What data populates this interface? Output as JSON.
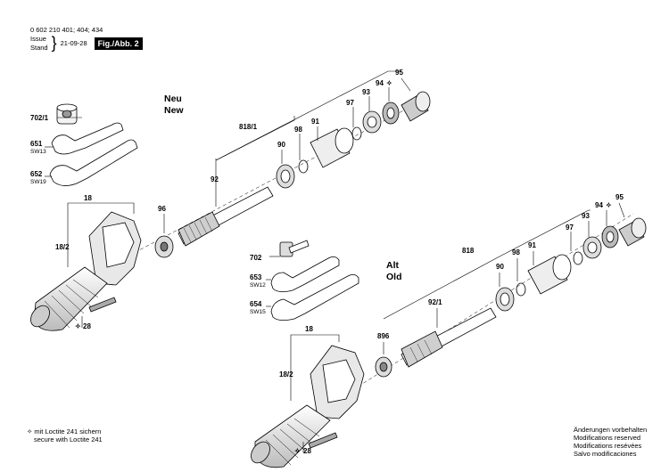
{
  "header": {
    "code": "0 602 210 401; 404; 434",
    "issue_label": "Issue",
    "stand_label": "Stand",
    "date": "21-09-28",
    "figure": "Fig./Abb. 2"
  },
  "sections": {
    "new_de": "Neu",
    "new_en": "New",
    "old_de": "Alt",
    "old_en": "Old"
  },
  "top_labels": {
    "p702_1": "702/1",
    "p651": "651",
    "sw13": "SW13",
    "p652": "652",
    "sw19": "SW19",
    "p18": "18",
    "p18_2": "18/2",
    "p96": "96",
    "p92": "92",
    "p818_1": "818/1",
    "p90": "90",
    "p98": "98",
    "p91": "91",
    "p97": "97",
    "p93": "93",
    "p94": "94",
    "p95": "95",
    "p28": "28"
  },
  "bottom_labels": {
    "p702": "702",
    "p653": "653",
    "sw12": "SW12",
    "p654": "654",
    "sw15": "SW15",
    "p18": "18",
    "p18_2": "18/2",
    "p896": "896",
    "p92_1": "92/1",
    "p818": "818",
    "p90": "90",
    "p98": "98",
    "p91": "91",
    "p97": "97",
    "p93": "93",
    "p94": "94",
    "p95": "95",
    "p28": "28"
  },
  "notes": {
    "loctite_de": "mit Loctite 241 sichern",
    "loctite_en": "secure with Loctite 241",
    "mod_de": "Änderungen vorbehalten",
    "mod_en": "Modifications reserved",
    "mod_fr": "Modifications resévées",
    "mod_es": "Salvo modificaciones"
  }
}
